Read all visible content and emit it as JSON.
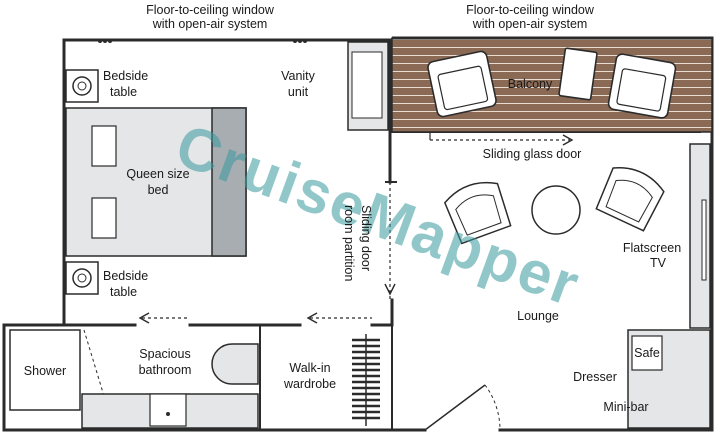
{
  "labels": {
    "window_left_line1": "Floor-to-ceiling window",
    "window_left_line2": "with open-air system",
    "window_right_line1": "Floor-to-ceiling window",
    "window_right_line2": "with open-air system",
    "bedside_top_line1": "Bedside",
    "bedside_top_line2": "table",
    "vanity_line1": "Vanity",
    "vanity_line2": "unit",
    "balcony": "Balcony",
    "bed_line1": "Queen size",
    "bed_line2": "bed",
    "sliding_glass_door": "Sliding glass door",
    "sliding_door_line1": "Sliding door",
    "sliding_door_line2": "room partition",
    "flatscreen_line1": "Flatscreen",
    "flatscreen_line2": "TV",
    "bedside_bottom_line1": "Bedside",
    "bedside_bottom_line2": "table",
    "lounge": "Lounge",
    "shower": "Shower",
    "bathroom_line1": "Spacious",
    "bathroom_line2": "bathroom",
    "wardrobe_line1": "Walk-in",
    "wardrobe_line2": "wardrobe",
    "safe": "Safe",
    "dresser": "Dresser",
    "minibar": "Mini-bar"
  },
  "watermark": "CruiseMapper",
  "colors": {
    "wall": "#2b2b2b",
    "balcony_deck": "#8a6a55",
    "fixture_fill": "#e4e6e7",
    "bed_headboard": "#a7adb1",
    "watermark": "#3a9aa0"
  }
}
